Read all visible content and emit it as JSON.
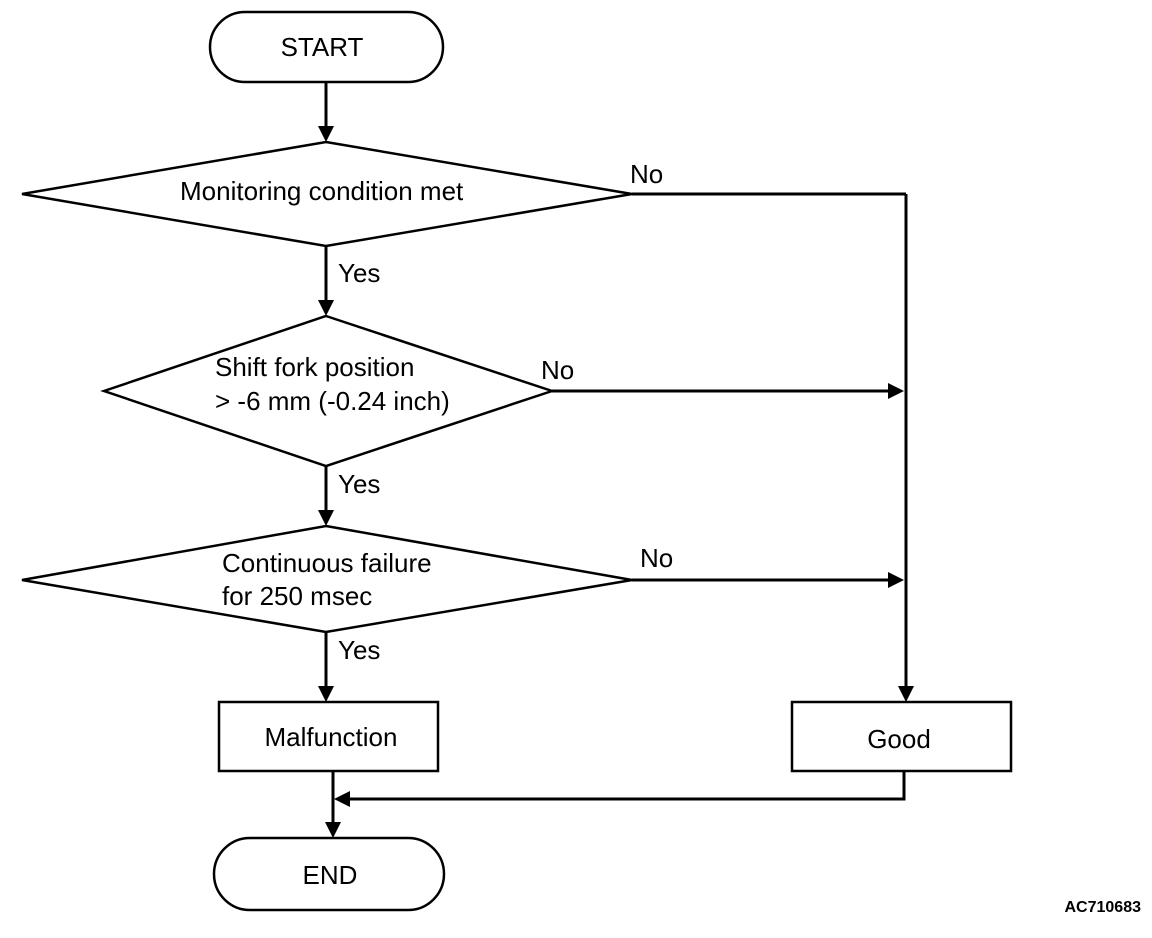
{
  "flowchart": {
    "start": "START",
    "end": "END",
    "decision1": "Monitoring condition met",
    "decision2": {
      "line1": "Shift fork position",
      "line2": "> -6 mm (-0.24 inch)"
    },
    "decision3": {
      "line1": "Continuous failure",
      "line2": "for 250 msec"
    },
    "yes": "Yes",
    "no": "No",
    "malfunction": "Malfunction",
    "good": "Good",
    "figure_code": "AC710683"
  }
}
